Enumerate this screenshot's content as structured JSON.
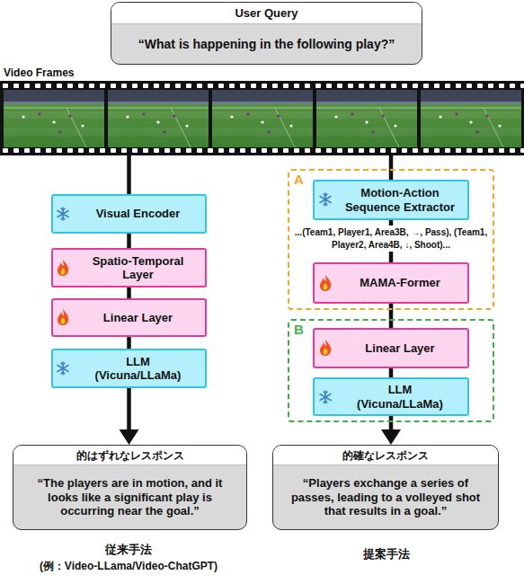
{
  "diagram": {
    "nodes": [
      {
        "text": [
          "User Query",
          "“What is happening in the following play?”"
        ]
      },
      {
        "text": [
          "Visual Encoder"
        ]
      },
      {
        "text": [
          "Spatio-Temporal Layer"
        ]
      },
      {
        "text": [
          "Linear Layer"
        ]
      },
      {
        "text": [
          "LLM (Vicuna/LLaMa)"
        ]
      },
      {
        "text": [
          "的はずれなレスポンス",
          "“The players are in motion, and it looks like a significant play is occurring near the goal.”"
        ]
      },
      {
        "text": [
          "A"
        ]
      },
      {
        "text": [
          "Motion-Action Sequence Extractor"
        ],
        "in": 6
      },
      {
        "text": [
          "MAMA-Former"
        ],
        "in": 6
      },
      {
        "text": [
          "B"
        ]
      },
      {
        "text": [
          "Linear Layer"
        ],
        "in": 9
      },
      {
        "text": [
          "LLM (Vicuna/LLaMa)"
        ],
        "in": 9
      },
      {
        "text": [
          "的確なレスポンス",
          "“Players exchange a series of passes, leading to a volleyed shot that results in a goal.”"
        ]
      }
    ],
    "edges": [
      {
        "from": 1,
        "to": 2,
        "arrow": "none"
      },
      {
        "from": 2,
        "to": 3,
        "arrow": "none"
      },
      {
        "from": 3,
        "to": 4,
        "arrow": "none"
      },
      {
        "from": 4,
        "to": 5,
        "arrow": "to"
      },
      {
        "from": 7,
        "to": 8,
        "label": "...(Team1, Player1, Area3B, →, Pass), (Team1, Player2, Area4B, ↓, Shoot)...",
        "arrow": "none"
      },
      {
        "from": 8,
        "to": 10,
        "arrow": "none"
      },
      {
        "from": 10,
        "to": 11,
        "arrow": "none"
      },
      {
        "from": 11,
        "to": 12,
        "arrow": "to"
      }
    ],
    "labels": [
      "Video Frames",
      "従来手法",
      "(例：Video-LLama/Video-ChatGPT)",
      "提案手法"
    ]
  }
}
